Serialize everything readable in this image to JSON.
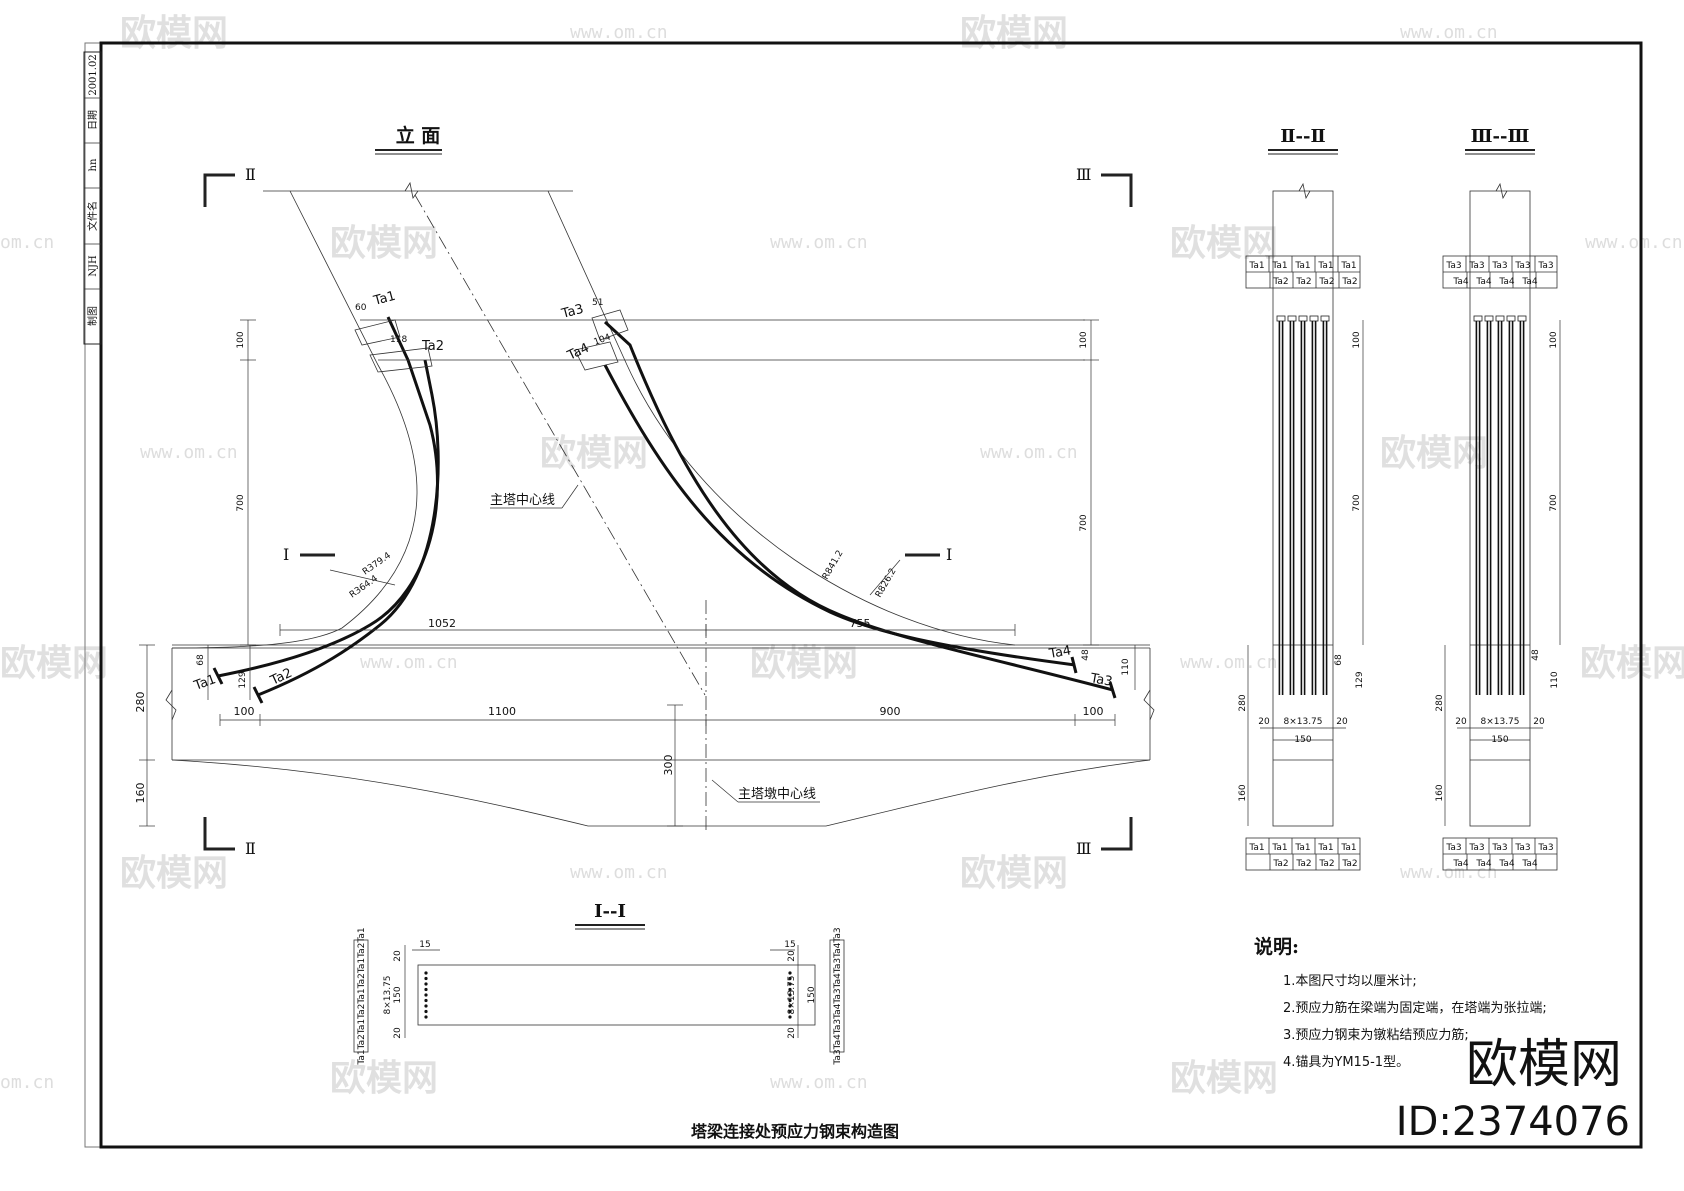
{
  "watermark": {
    "brand": "欧模网",
    "url": "www.om.cn",
    "url_fragment": "om.cn",
    "id": "ID:2374076"
  },
  "title_block": {
    "cells": [
      "制图",
      "NJH",
      "文件名",
      "hn",
      "日期",
      "2001.02"
    ]
  },
  "titles": {
    "elevation": "立 面",
    "section_2": "Ⅱ--Ⅱ",
    "section_3": "Ⅲ--Ⅲ",
    "section_1": "Ⅰ--Ⅰ",
    "drawing": "塔梁连接处预应力钢束构造图"
  },
  "section_marks": {
    "I": "Ⅰ",
    "II": "Ⅱ",
    "III": "Ⅲ"
  },
  "labels": {
    "tower_center": "主塔中心线",
    "pier_center": "主塔墩中心线",
    "ta1": "Ta1",
    "ta2": "Ta2",
    "ta3": "Ta3",
    "ta4": "Ta4"
  },
  "dims": {
    "d60": "60",
    "d118": "118",
    "d51": "51",
    "d104": "104",
    "d100": "100",
    "d700": "700",
    "d1052": "1052",
    "d755": "755",
    "d68": "68",
    "d129": "129",
    "d48": "48",
    "d110": "110",
    "d280": "280",
    "d160": "160",
    "d1100": "1100",
    "d900": "900",
    "d300": "300",
    "r3794": "R379.4",
    "r3644": "R364.4",
    "r8412": "R841.2",
    "r8262": "R826.2",
    "d20": "20",
    "d15": "15",
    "d150": "150",
    "spacing": "8×13.75"
  },
  "section_table": {
    "II_top": [
      "Ta1",
      "Ta1",
      "Ta1",
      "Ta1",
      "Ta1"
    ],
    "II_bot": [
      "Ta2",
      "Ta2",
      "Ta2",
      "Ta2"
    ],
    "III_top": [
      "Ta3",
      "Ta3",
      "Ta3",
      "Ta3",
      "Ta3"
    ],
    "III_bot": [
      "Ta4",
      "Ta4",
      "Ta4",
      "Ta4"
    ],
    "I_left": "Ta1Ta2Ta1Ta2Ta1Ta2Ta1Ta2Ta1",
    "I_right": "Ta3Ta4Ta3Ta4Ta3Ta4Ta3Ta4Ta3"
  },
  "notes": {
    "heading": "说明:",
    "items": [
      "1.本图尺寸均以厘米计;",
      "2.预应力筋在梁端为固定端，在塔端为张拉端;",
      "3.预应力钢束为镦粘结预应力筋;",
      "4.锚具为YM15-1型。"
    ]
  }
}
